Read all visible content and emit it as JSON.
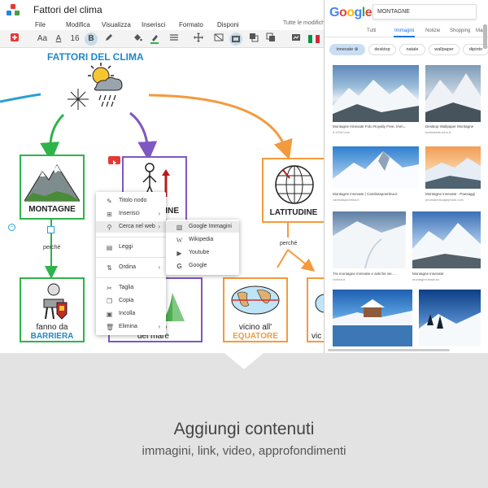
{
  "app": {
    "title": "Fattori del clima",
    "menu": [
      "File",
      "Modifica",
      "Visualizza",
      "Inserisci",
      "Formato",
      "Disponi"
    ],
    "menu_status": "Tutte le modifiche",
    "toolbar": {
      "font_label": "Aa",
      "text_color_label": "A",
      "font_size": "16",
      "bold_label": "B"
    }
  },
  "map": {
    "title": "FATTORI DEL CLIMA",
    "nodes": {
      "montagne": "MONTAGNE",
      "pianure_partial": "INE",
      "latitudine": "LATITUDINE",
      "barriera_line1": "fanno da",
      "barriera_line2": "BARRIERA",
      "livello_line1": "livello",
      "livello_line2": "del  mare",
      "equatore_line1": "vicino all'",
      "equatore_line2": "EQUATORE",
      "vicino_partial": "vic"
    },
    "connector_labels": [
      "perché",
      "perché"
    ]
  },
  "context_menu": {
    "items": [
      {
        "label": "Titolo nodo",
        "icon": "edit-icon",
        "has_submenu": false
      },
      {
        "label": "Inserisci",
        "icon": "insert-icon",
        "has_submenu": true
      },
      {
        "label": "Cerca nel web",
        "icon": "search-icon",
        "has_submenu": true
      },
      {
        "label": "Leggi",
        "icon": "read-icon",
        "has_submenu": false
      },
      {
        "label": "Ordina",
        "icon": "sort-icon",
        "has_submenu": true
      },
      {
        "label": "Taglia",
        "icon": "cut-icon",
        "has_submenu": false
      },
      {
        "label": "Copia",
        "icon": "copy-icon",
        "has_submenu": false
      },
      {
        "label": "Incolla",
        "icon": "paste-icon",
        "has_submenu": false
      },
      {
        "label": "Elimina",
        "icon": "delete-icon",
        "has_submenu": true
      }
    ],
    "submenu": [
      {
        "label": "Google Immagini",
        "icon": "google-images-icon"
      },
      {
        "label": "Wikipedia",
        "icon": "wikipedia-icon"
      },
      {
        "label": "Youtube",
        "icon": "youtube-icon"
      },
      {
        "label": "Google",
        "icon": "google-icon"
      }
    ]
  },
  "google": {
    "logo": "Google",
    "query": "MONTAGNE",
    "tabs": [
      "Tutti",
      "Immagini",
      "Notizie",
      "Shopping",
      "Map"
    ],
    "active_tab": "Immagini",
    "chips": [
      "innevate",
      "desktop",
      "natale",
      "wallpaper",
      "dipinto"
    ],
    "results": [
      {
        "caption": "Montagne Innevate Foto Royalty Free, Imm...",
        "source": "it.123rf.com"
      },
      {
        "caption": "Desktop Wallpaper Montagne",
        "source": "bodomarts.tobu.it"
      },
      {
        "caption": "Montagne innevate | Cambiaspoertina.it",
        "source": "cambiaspoertina.it"
      },
      {
        "caption": "Montagne innevate - Paesaggi",
        "source": "photolandscapephoto.com"
      },
      {
        "caption": "Tra montagne innevate e antiche vie ...",
        "source": "ovidea.it"
      },
      {
        "caption": "Montagne innevate",
        "source": "montagne.feast.eu"
      },
      {
        "caption": "",
        "source": ""
      },
      {
        "caption": "",
        "source": ""
      }
    ]
  },
  "caption": {
    "title": "Aggiungi contenuti",
    "subtitle": "immagini, link, video, approfondimenti"
  },
  "colors": {
    "accent_blue": "#1f88c9",
    "green": "#2db34a",
    "purple": "#7e57c2",
    "orange": "#f39a3d",
    "google_blue": "#1a73e8"
  }
}
